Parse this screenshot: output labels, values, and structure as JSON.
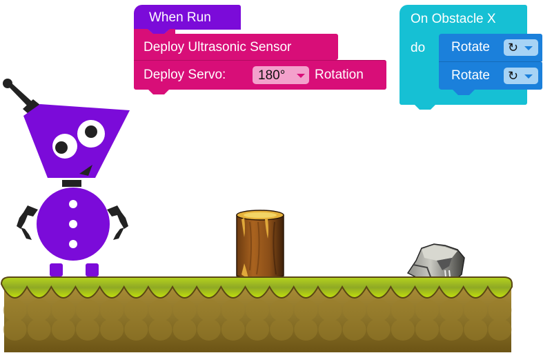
{
  "program_blocks": {
    "when_run": {
      "label": "When Run",
      "color": "#7b0bd9"
    },
    "deploy_sensor": {
      "label": "Deploy Ultrasonic Sensor",
      "color": "#d80e78"
    },
    "deploy_servo": {
      "label_before": "Deploy Servo:",
      "value": "180°",
      "label_after": "Rotation",
      "color": "#d80e78"
    }
  },
  "event_block": {
    "title": "On Obstacle X",
    "do_label": "do",
    "color": "#16c0d4",
    "actions": [
      {
        "label": "Rotate",
        "direction_icon": "rotate-clockwise-icon",
        "glyph": "↻"
      },
      {
        "label": "Rotate",
        "direction_icon": "rotate-clockwise-icon",
        "glyph": "↻"
      }
    ],
    "action_color": "#1b80db"
  },
  "scene": {
    "robot": {
      "color": "#7b0bd9"
    },
    "obstacles": [
      "tree-stump",
      "rock"
    ],
    "ground_colors": {
      "grass": "#9dc21a",
      "dirt": "#8c7424"
    }
  }
}
